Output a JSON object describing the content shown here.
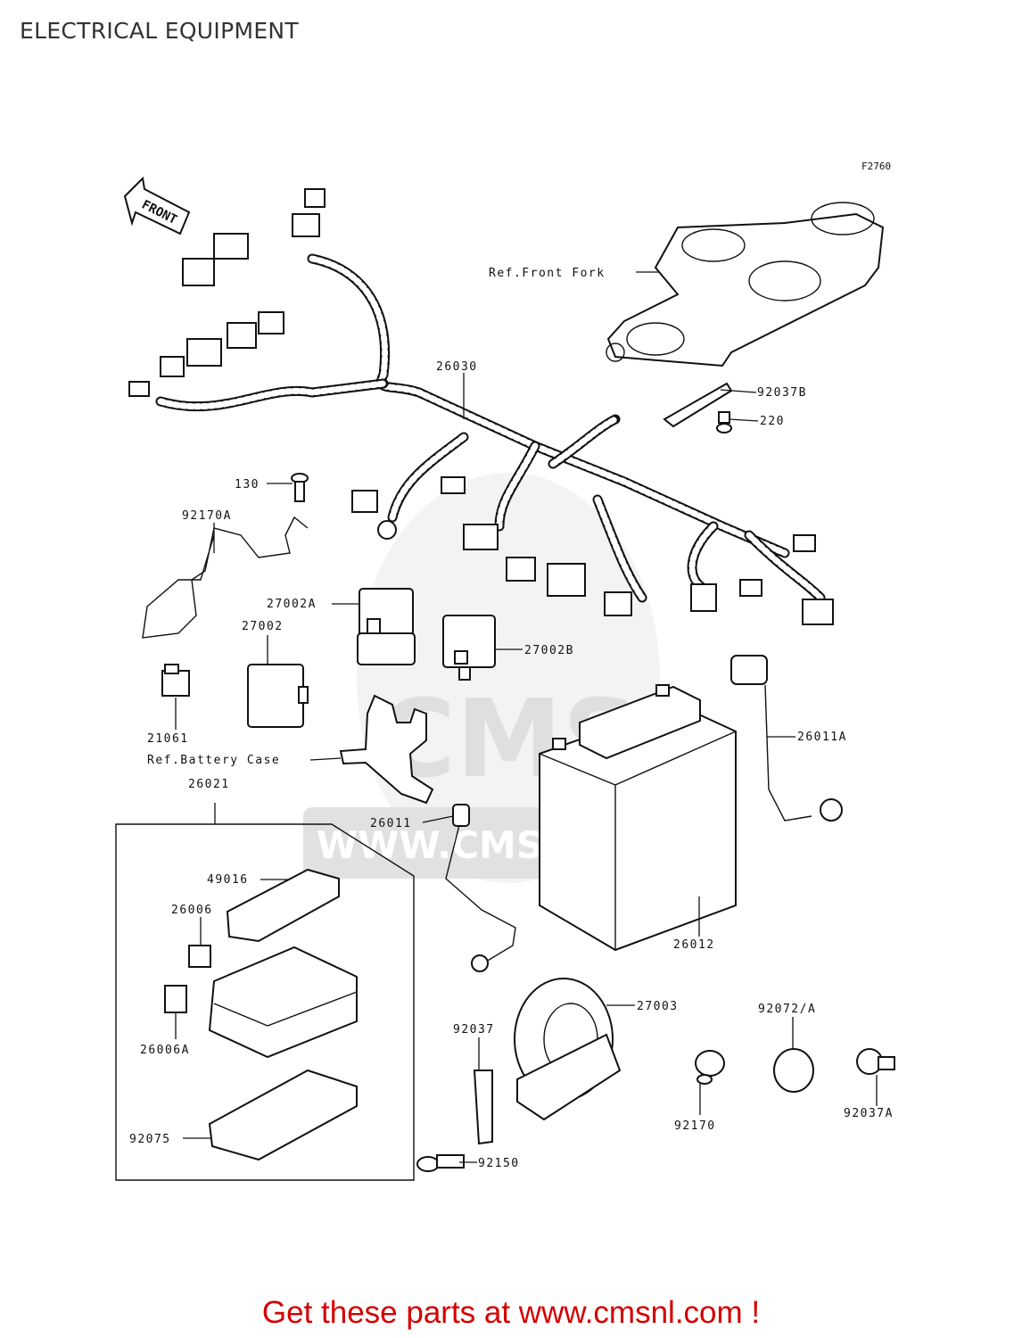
{
  "page": {
    "title": "ELECTRICAL EQUIPMENT",
    "figure_code": "F2760"
  },
  "orientation": {
    "front_label": "FRONT"
  },
  "watermark": {
    "text": "WWW.CMSNL.COM",
    "logo": "CMS"
  },
  "labels": {
    "ref_front_fork": "Ref.Front Fork",
    "ref_battery_case": "Ref.Battery Case",
    "p26030": "26030",
    "p92037B": "92037B",
    "p220": "220",
    "p130": "130",
    "p92170A": "92170A",
    "p27002A": "27002A",
    "p27002": "27002",
    "p27002B": "27002B",
    "p21061": "21061",
    "p26011A": "26011A",
    "p26021": "26021",
    "p26011": "26011",
    "p49016": "49016",
    "p26006": "26006",
    "p26012": "26012",
    "p26006A": "26006A",
    "p27003": "27003",
    "p92072A": "92072/A",
    "p92037": "92037",
    "p92170": "92170",
    "p92037A": "92037A",
    "p92075": "92075",
    "p92150": "92150"
  },
  "cta": {
    "text": "Get these parts at www.cmsnl.com !",
    "color": "#d40000"
  }
}
